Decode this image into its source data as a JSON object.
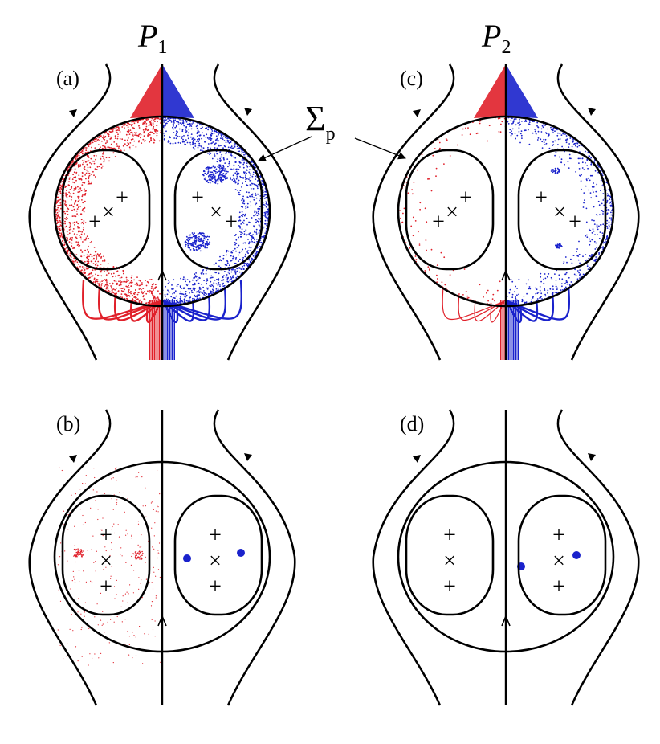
{
  "columns": [
    {
      "symbol": "P",
      "subscript": "1"
    },
    {
      "symbol": "P",
      "subscript": "2"
    }
  ],
  "panels": [
    {
      "id": "a",
      "label": "(a)",
      "left_color": "#e0202a",
      "right_color": "#1a22cc",
      "kind": "chaotic"
    },
    {
      "id": "b",
      "label": "(b)",
      "left_color": "#e0202a",
      "right_color": "#1a22cc",
      "kind": "sparse"
    },
    {
      "id": "c",
      "label": "(c)",
      "left_color": "#e0202a",
      "right_color": "#1a22cc",
      "kind": "chaotic-thin"
    },
    {
      "id": "d",
      "label": "(d)",
      "left_color": "#e0202a",
      "right_color": "#1a22cc",
      "kind": "sparse-clean"
    }
  ],
  "section_label": {
    "symbol": "Σ",
    "subscript": "p"
  },
  "markers": {
    "plus": "+",
    "cross": "×"
  }
}
